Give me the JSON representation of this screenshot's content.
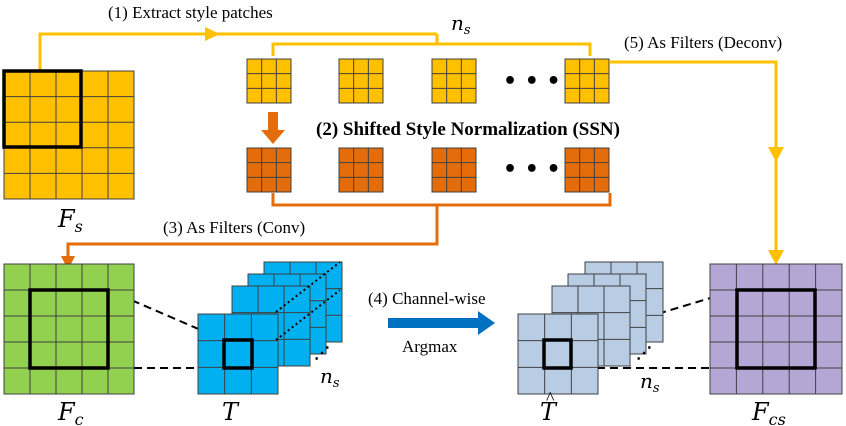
{
  "steps": {
    "extract": "(1) Extract style patches",
    "ssn": "(2) Shifted Style Normalization (SSN)",
    "conv": "(3) As Filters (Conv)",
    "argmax_line1": "(4) Channel-wise",
    "argmax_line2": "Argmax",
    "deconv": "(5) As Filters (Deconv)"
  },
  "symbols": {
    "n": "n",
    "n_sub": "s",
    "dots": "• • •",
    "stack_dots": "⋰",
    "Fs_main": "F",
    "Fs_sub": "s",
    "Fc_main": "F",
    "Fc_sub": "c",
    "T": "T",
    "That": "T",
    "That_accent": "^",
    "Fcs_main": "F",
    "Fcs_sub": "cs"
  },
  "colors": {
    "style": "#FFC000",
    "normalized": "#E46C0A",
    "content": "#92D050",
    "response": "#00B0F0",
    "argmax_map": "#B8CCE4",
    "output": "#B4A7D6",
    "arrow_yellow": "#FFC000",
    "arrow_orange": "#E46C0A",
    "arrow_blue": "#0070C0",
    "grid_line": "#404040"
  }
}
